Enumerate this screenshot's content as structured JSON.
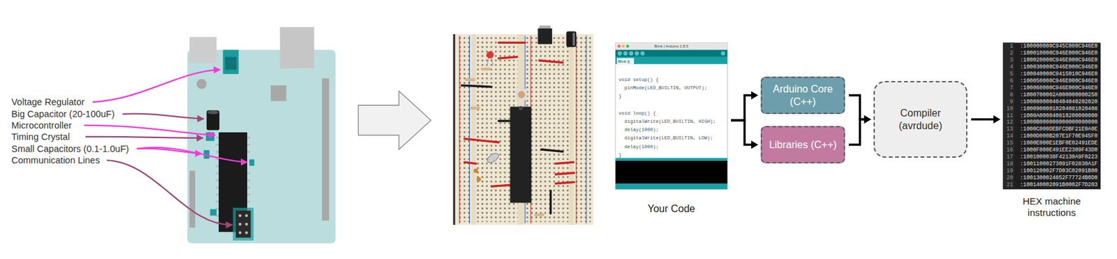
{
  "diagram": {
    "nodes": [
      {
        "text": [
          "Blink | Arduino 1.8.5",
          "Blink §",
          "void setup() {",
          "pinMode(LED_BUILTIN, OUTPUT);",
          "}",
          "void loop() {",
          "digitalWrite(LED_BUILTIN, HIGH);",
          "delay(1000);",
          "digitalWrite(LED_BUILTIN, LOW);",
          "delay(1000);",
          "}",
          "Your Code"
        ]
      },
      {
        "text": [
          "Arduino Core (C++)"
        ]
      },
      {
        "text": [
          "Libraries (C++)"
        ]
      },
      {
        "text": [
          "Compiler (avrdude)"
        ]
      },
      {
        "text": [
          "1",
          ":100000000C945C000C946E0",
          "2",
          ":100010000C946E000C946E0",
          "3",
          ":100020000C946E000C946E0",
          "4",
          ":100030000C946E000C946E0",
          "5",
          ":100040000C9415010C946E0",
          "6",
          ":100050000C946E000C946E0",
          "7",
          ":100060000C946E000C946E0",
          "8",
          ":1000700002A000000000250",
          "9",
          ":10008000040404040202020",
          "10",
          ":10009000010204081020408",
          "11",
          ":1000A000040810200000000",
          "12",
          ":1000B000000000000000000",
          "13",
          ":1000C000DEBFCDBF21E0A0E",
          "14",
          ":1000D000B207E1F70E945F0",
          "15",
          ":1000E000E1EBF0E02491EDE",
          "16",
          ":1000F000E491EE2309F43D0",
          "17",
          ":1001000038F42130A9F0223",
          "18",
          ":10011000273091F02830A1F",
          "19",
          ":100120002F7D03C02091B00",
          "20",
          ":1001300024852F77724B0D0",
          "21",
          ":100140002091B0002F7D203",
          "HEX machine instructions"
        ]
      }
    ],
    "edges": [
      {
        "from": 0,
        "to": 1,
        "arrow": "to"
      },
      {
        "from": 0,
        "to": 2,
        "arrow": "to"
      },
      {
        "from": 1,
        "to": 3,
        "arrow": "to"
      },
      {
        "from": 2,
        "to": 3,
        "arrow": "to"
      },
      {
        "from": 3,
        "to": 4,
        "arrow": "to"
      }
    ],
    "labels": [
      "Voltage Regulator",
      "Big Capacitor (20-100uF)",
      "Microcontroller",
      "Timing Crystal",
      "Small Capacitors (0.1-1.0uF)",
      "Communication Lines"
    ]
  }
}
